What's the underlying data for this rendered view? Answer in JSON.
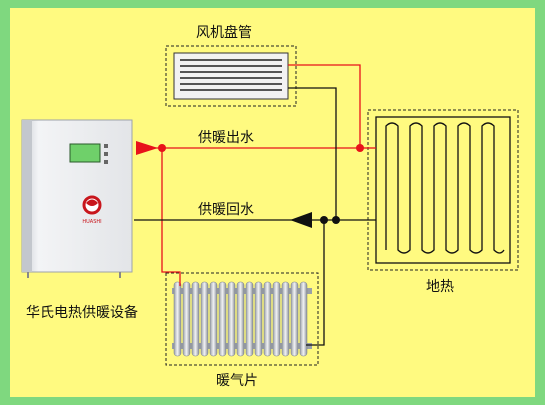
{
  "labels": {
    "fan_coil": "风机盘管",
    "supply_water": "供暖出水",
    "return_water": "供暖回水",
    "floor_heating": "地热",
    "equipment": "华氏电热供暖设备",
    "radiator": "暖气片"
  },
  "unit": {
    "brand_text": "HUASHI"
  },
  "colors": {
    "background_outer": "#7fd87f",
    "background_inner": "#fffa80",
    "supply_line": "#e8121a",
    "return_line": "#111111"
  },
  "icons": [
    "boiler-unit",
    "fan-coil",
    "floor-heating-coil",
    "radiator",
    "flow-arrow",
    "junction-dot"
  ]
}
